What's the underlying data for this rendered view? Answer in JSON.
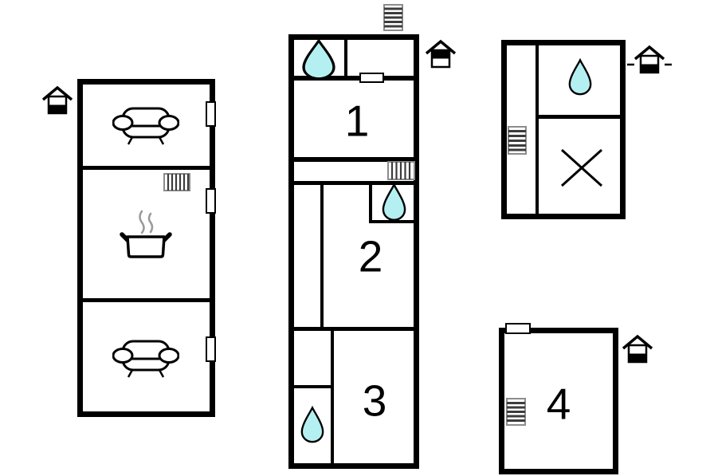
{
  "title": "holiday-home-floor-plan",
  "colors": {
    "wall": "#000000",
    "water_drop": "#b4f0f2",
    "steam": "#9a9a9a",
    "stairs_line": "#3c3c3c",
    "stairs_border": "#8c8c8c",
    "door_fill": "#ffffff",
    "background": "#ffffff"
  },
  "rooms": [
    {
      "label": "1"
    },
    {
      "label": "2"
    },
    {
      "label": "3"
    },
    {
      "label": "4"
    }
  ],
  "icons": {
    "entrance_ground": "house-entrance-black-bottom",
    "entrance_upper": "house-entrance-black-top",
    "entrance_dashed": "house-entrance-dashed",
    "stairs": "stairs-striped-box",
    "radiator": "radiator-striped-box",
    "water_drop": "water-drop",
    "sofa": "sofa",
    "stove": "pot-with-steam",
    "crossed_area": "x-mark"
  }
}
